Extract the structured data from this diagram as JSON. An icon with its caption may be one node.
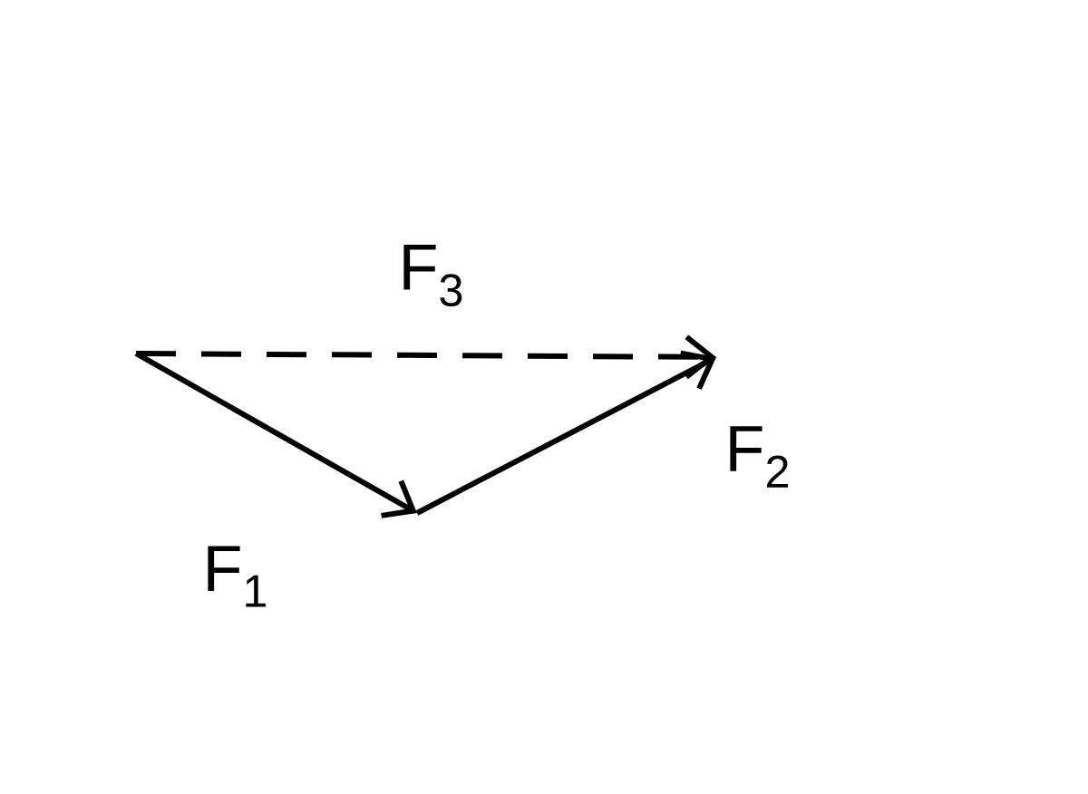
{
  "diagram": {
    "labels": [
      "F$_{3}$",
      "F$_{2}$",
      "F$_{1}$"
    ]
  }
}
